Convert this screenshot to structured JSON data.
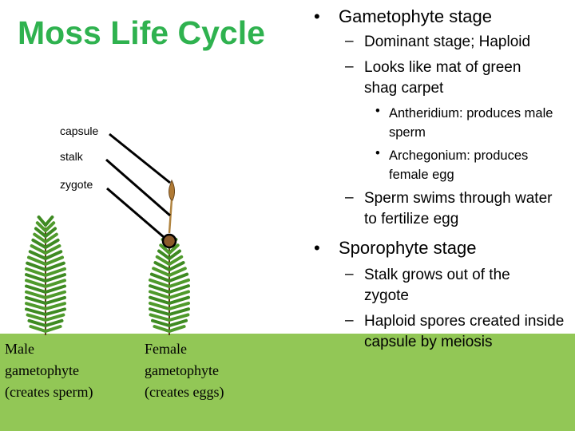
{
  "title": "Moss Life Cycle",
  "gametophyte": {
    "heading": "Gametophyte stage",
    "points": [
      "Dominant stage; Haploid",
      "Looks like mat of green shag carpet"
    ],
    "subpoints": [
      "Antheridium: produces male sperm",
      "Archegonium: produces female egg"
    ],
    "last_point": "Sperm swims through water to fertilize egg"
  },
  "sporophyte": {
    "heading": "Sporophyte stage",
    "points": [
      "Stalk grows out of the zygote",
      "Haploid spores created inside capsule by meiosis"
    ]
  },
  "labels": {
    "capsule": "capsule",
    "stalk": "stalk",
    "zygote": "zygote"
  },
  "captions": {
    "male": "Male gametophyte (creates sperm)",
    "female": "Female gametophyte (creates eggs)"
  },
  "bullet_l1": "•",
  "bullet_l2": "–",
  "colors": {
    "title": "#2fb24f",
    "ground": "#92c756",
    "leaf": "#3e8a22",
    "zygote": "#8b5a2b"
  }
}
